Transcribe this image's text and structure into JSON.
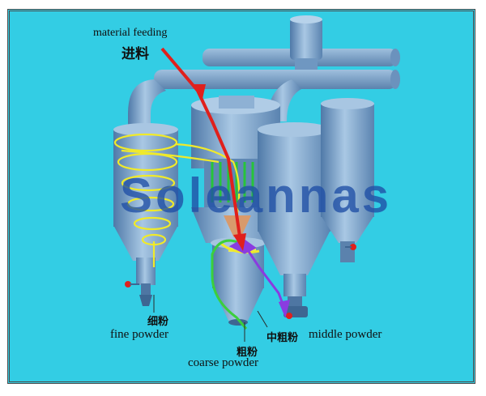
{
  "labels": {
    "feed_en": "material feeding",
    "feed_cn": "进料",
    "fine_cn": "细粉",
    "fine_en": "fine powder",
    "coarse_cn": "粗粉",
    "coarse_en": "coarse powder",
    "middle_cn": "中粗粉",
    "middle_en": "middle powder"
  },
  "watermark": "Soleannas",
  "colors": {
    "background": "#33cde4",
    "machine": "#7fa8cc",
    "feed_arrow": "#e0201c",
    "fine_flow": "#f0ea2a",
    "coarse_flow": "#3ccf3c",
    "middle_flow": "#8a3ce0"
  }
}
